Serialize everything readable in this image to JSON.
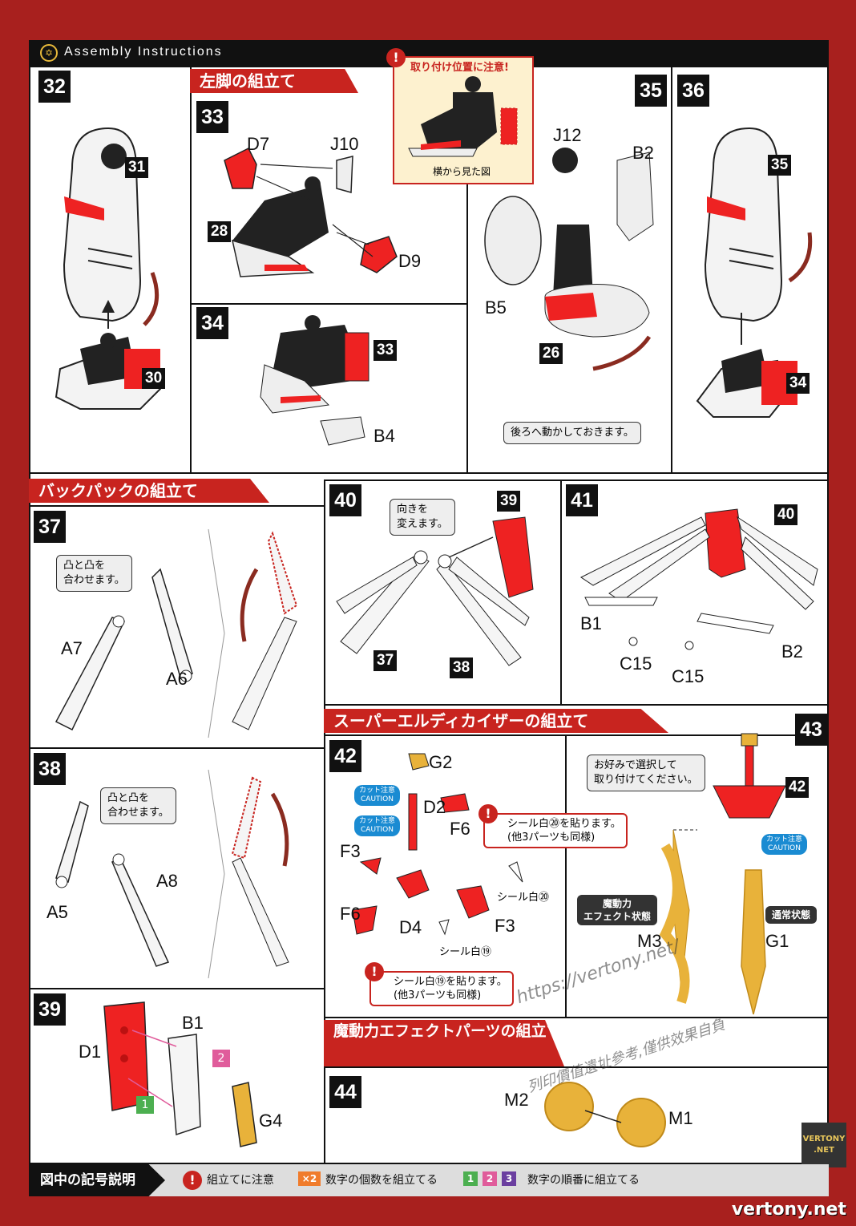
{
  "header": {
    "title": "Assembly Instructions"
  },
  "steps": {
    "s32": "32",
    "s33": "33",
    "s34": "34",
    "s35": "35",
    "s36": "36",
    "s37": "37",
    "s38": "38",
    "s39": "39",
    "s40": "40",
    "s41": "41",
    "s42": "42",
    "s43": "43",
    "s44": "44"
  },
  "banners": {
    "left_leg": "左脚の組立て",
    "backpack": "バックパックの組立て",
    "super_eldy": "スーパーエルディカイザーの組立て",
    "magic_effect": "魔動力エフェクトパーツの組立て"
  },
  "notes": {
    "mount_position": "取り付け位置に注意!",
    "side_view": "横から見た図",
    "move_back": "後ろへ動かしておきます。",
    "align_37": "凸と凸を\n合わせます。",
    "align_38": "凸と凸を\n合わせます。",
    "change_dir": "向きを\n変えます。",
    "choose": "お好みで選択して\n取り付けてください。",
    "seal20": "シール白⑳を貼ります。\n(他3パーツも同様)",
    "seal19": "シール白⑲を貼ります。\n(他3パーツも同様)",
    "caution_cut": "カット注意\nCAUTION",
    "effect_state": "魔動力\nエフェクト状態",
    "normal_state": "通常状態"
  },
  "parts": {
    "D7": "D7",
    "J10": "J10",
    "p28": "28",
    "D9": "D9",
    "J12": "J12",
    "B2": "B2",
    "B5": "B5",
    "p26": "26",
    "B4": "B4",
    "p31": "31",
    "p30": "30",
    "p33": "33",
    "p35": "35",
    "p34": "34",
    "A7": "A7",
    "A6": "A6",
    "A5": "A5",
    "A8": "A8",
    "D1": "D1",
    "B1": "B1",
    "G4": "G4",
    "n1": "1",
    "n2": "2",
    "p39": "39",
    "p37": "37",
    "p38": "38",
    "p40": "40",
    "B1b": "B1",
    "C15a": "C15",
    "C15b": "C15",
    "B2b": "B2",
    "G2": "G2",
    "D2": "D2",
    "F6a": "F6",
    "F3a": "F3",
    "F6b": "F6",
    "D4": "D4",
    "F3b": "F3",
    "seal20": "シール白⑳",
    "seal19": "シール白⑲",
    "p42": "42",
    "M3": "M3",
    "G1": "G1",
    "M2": "M2",
    "M1": "M1"
  },
  "footer": {
    "title": "図中の記号説明",
    "item1": "組立てに注意",
    "item2": "数字の個数を組立てる",
    "x2": "×2",
    "item3": "数字の順番に組立てる",
    "n1": "1",
    "n2": "2",
    "n3": "3"
  },
  "watermark": {
    "url": "https://vertony.net/",
    "site": "vertony.net",
    "logo": "VERTONY .NET",
    "cn": "列印價值遺址參考,僅供效果自負"
  },
  "colors": {
    "frame": "#a8201e",
    "accent": "#c8241f",
    "caution": "#1a8bd2",
    "gold": "#e8b23a"
  }
}
